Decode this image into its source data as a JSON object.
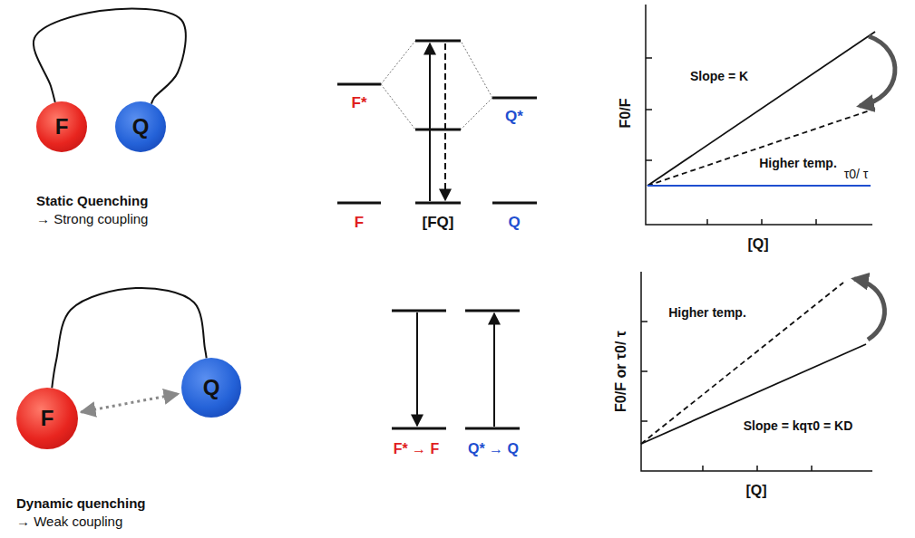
{
  "diagram": {
    "nodes": [
      {
        "text": [
          "F"
        ]
      },
      {
        "text": [
          "Q"
        ]
      },
      {
        "text": [
          "F"
        ]
      },
      {
        "text": [
          "Q"
        ]
      }
    ],
    "edges": [
      {
        "from": 0,
        "to": 1,
        "arrow": "none"
      },
      {
        "from": 2,
        "to": 3,
        "arrow": "none"
      },
      {
        "from": 2,
        "to": 3,
        "arrow": "both"
      }
    ],
    "labels": [
      "Static Quenching",
      "→ Strong coupling",
      "F*",
      "F",
      "[FQ]",
      "Q*",
      "Q",
      "F0/F",
      "Slope = K",
      "Higher temp.",
      "τ0/ τ",
      "[Q]",
      "Dynamic quenching",
      "→ Weak coupling",
      "F* → F",
      "Q* → Q",
      "F0/F or τ0/ τ",
      "Higher temp.",
      "Slope = kqτ0 = KD",
      "[Q]"
    ]
  }
}
